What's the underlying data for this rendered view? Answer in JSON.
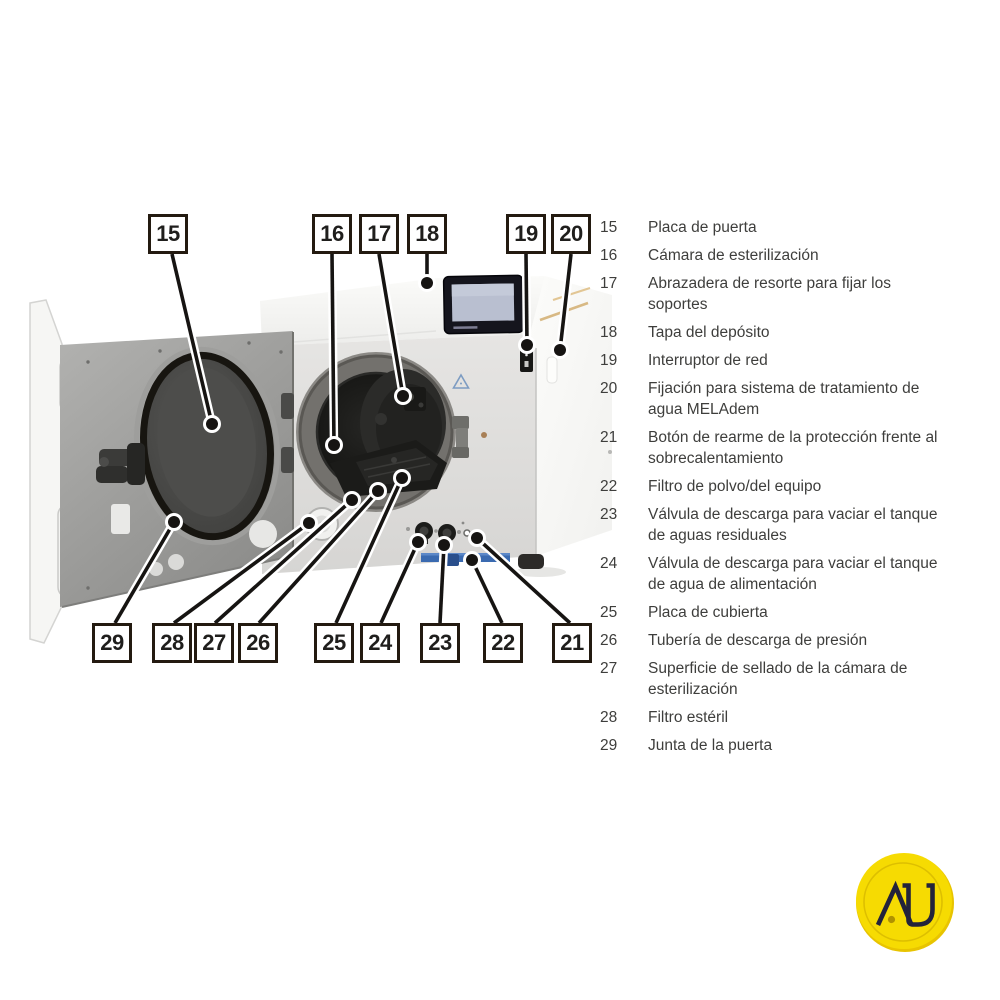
{
  "callouts": {
    "top": [
      {
        "label": "15"
      },
      {
        "label": "16"
      },
      {
        "label": "17"
      },
      {
        "label": "18"
      },
      {
        "label": "19"
      },
      {
        "label": "20"
      }
    ],
    "bottom": [
      {
        "label": "29"
      },
      {
        "label": "28"
      },
      {
        "label": "27"
      },
      {
        "label": "26"
      },
      {
        "label": "25"
      },
      {
        "label": "24"
      },
      {
        "label": "23"
      },
      {
        "label": "22"
      },
      {
        "label": "21"
      }
    ]
  },
  "legend": {
    "items": [
      {
        "number": "15",
        "text": "Placa de puerta"
      },
      {
        "number": "16",
        "text": "Cámara de esterilización"
      },
      {
        "number": "17",
        "text": "Abrazadera de resorte para fijar los soportes"
      },
      {
        "number": "18",
        "text": "Tapa del depósito"
      },
      {
        "number": "19",
        "text": "Interruptor de red"
      },
      {
        "number": "20",
        "text": "Fijación para sistema de tratamiento de agua MELAdem"
      },
      {
        "number": "21",
        "text": "Botón de rearme de la protección frente al sobrecalentamiento"
      },
      {
        "number": "22",
        "text": "Filtro de polvo/del equipo"
      },
      {
        "number": "23",
        "text": "Válvula de descarga para vaciar el tanque de aguas residuales"
      },
      {
        "number": "24",
        "text": "Válvula de descarga para vaciar el tanque de agua de alimentación"
      },
      {
        "number": "25",
        "text": "Placa de cubierta"
      },
      {
        "number": "26",
        "text": "Tubería de descarga de presión"
      },
      {
        "number": "27",
        "text": "Superficie de sellado de la cámara de esterilización"
      },
      {
        "number": "28",
        "text": "Filtro estéril"
      },
      {
        "number": "29",
        "text": "Junta de la puerta"
      }
    ]
  },
  "logo": {
    "monogram": "AU",
    "coin_color": "#F6DB02",
    "ring_color": "#DDBF00",
    "letter_color": "#23233B",
    "dot_color": "#B09200"
  },
  "colors": {
    "background": "#FFFFFF",
    "leader_line": "#161412",
    "callout_border": "#231A10",
    "legend_text": "#3E3E3C",
    "machine_front": "#DEDDDB",
    "machine_side": "#FAFAF8",
    "machine_top": "#F5F5F3",
    "door_plate": "#A3A3A1",
    "chamber_ring": "#73716D",
    "chamber_dark": "#141412",
    "screen": "#B9BFD0",
    "display_bezel": "#15151D",
    "blue_strip": "#3A6AB0",
    "tan_tube": "#D8B984"
  }
}
